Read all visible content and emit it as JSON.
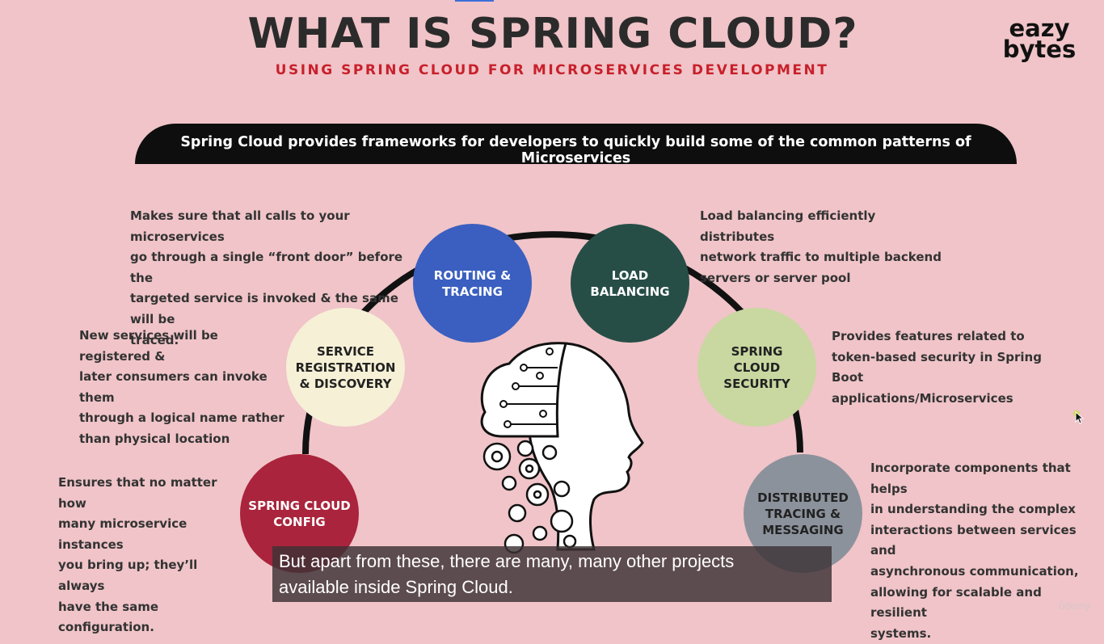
{
  "header": {
    "title": "WHAT IS SPRING CLOUD?",
    "subtitle": "USING SPRING CLOUD FOR MICROSERVICES DEVELOPMENT",
    "logo_line1": "eazy",
    "logo_line2": "bytes"
  },
  "banner": {
    "text": "Spring Cloud provides frameworks for developers to quickly build some of the common patterns of Microservices"
  },
  "features": [
    {
      "label_lines": [
        "ROUTING &",
        "TRACING"
      ],
      "color": "#3a5fc0",
      "description": [
        "Makes sure that all calls to your microservices",
        "go through a single “front door” before the",
        "targeted service is invoked & the same will be",
        "traced."
      ]
    },
    {
      "label_lines": [
        "LOAD BALANCING"
      ],
      "color": "#264e47",
      "description": [
        "Load balancing efficiently distributes",
        "network traffic to multiple backend",
        "servers or server pool"
      ]
    },
    {
      "label_lines": [
        "SERVICE",
        "REGISTRATION",
        "& DISCOVERY"
      ],
      "color": "#f6f0d6",
      "description": [
        "New services will be registered &",
        "later consumers can invoke them",
        "through a logical name rather",
        "than physical location"
      ]
    },
    {
      "label_lines": [
        "SPRING",
        "CLOUD",
        "SECURITY"
      ],
      "color": "#c8d8a0",
      "description": [
        "Provides features related to",
        "token-based security in Spring",
        "Boot applications/Microservices"
      ]
    },
    {
      "label_lines": [
        "SPRING CLOUD",
        "CONFIG"
      ],
      "color": "#a9243c",
      "description": [
        "Ensures that no matter how",
        "many microservice instances",
        "you bring up; they’ll always",
        "have the same configuration."
      ]
    },
    {
      "label_lines": [
        "DISTRIBUTED",
        "TRACING &",
        "MESSAGING"
      ],
      "color": "#8c929c",
      "description": [
        "Incorporate components that helps",
        "in understanding the complex",
        "interactions between services and",
        "asynchronous communication,",
        "allowing for scalable and resilient",
        "systems."
      ]
    }
  ],
  "caption": {
    "line1": "But apart from these, there are many, many other projects",
    "line2": "available inside Spring Cloud."
  },
  "watermark": "ûdemy",
  "colors": {
    "background": "#f0c4c8",
    "title": "#2b2b2b",
    "subtitle": "#c8202b",
    "banner": "#0e0e0e"
  }
}
